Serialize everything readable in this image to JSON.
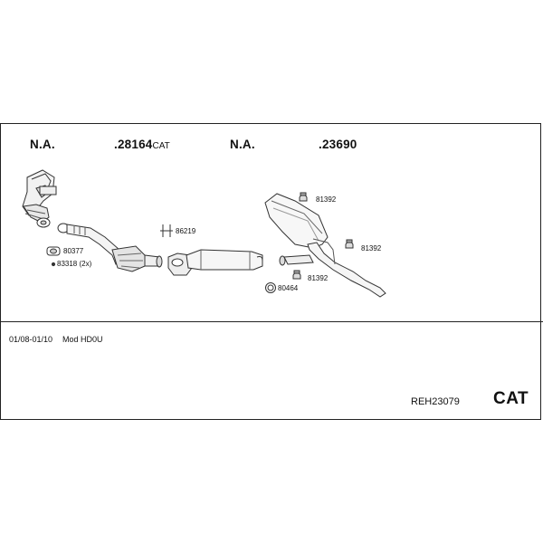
{
  "header": {
    "col1": "N.A.",
    "col2_number": ".28164",
    "col2_suffix": "CAT",
    "col3": "N.A.",
    "col4": ".23690"
  },
  "labels": {
    "p80377": "80377",
    "p83318": "83318 (2x)",
    "p86219": "86219",
    "p81392_top": "81392",
    "p81392_mid": "81392",
    "p81392_low": "81392",
    "p80464": "80464"
  },
  "footer": {
    "years": "01/08-01/10",
    "model": "Mod HD0U",
    "reference": "REH23079",
    "category": "CAT"
  }
}
